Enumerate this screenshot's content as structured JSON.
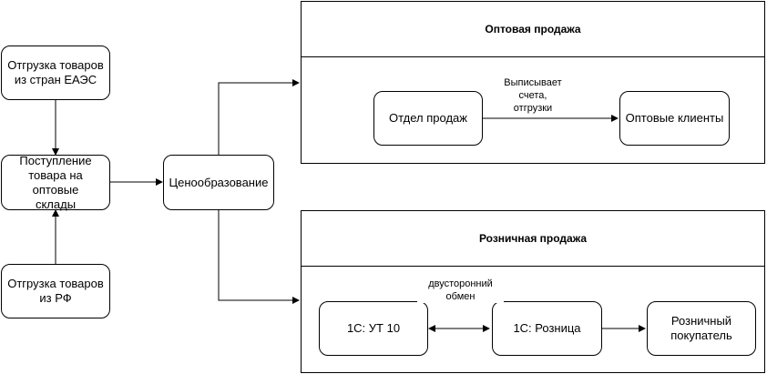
{
  "nodes": {
    "eaes_shipment": "Отгрузка товаров\nиз стран ЕАЭС",
    "warehouse_arrival": "Поступление\nтовара на оптовые\nсклады",
    "rf_shipment": "Отгрузка товаров\nиз РФ",
    "pricing": "Ценообразование",
    "sales_dept": "Отдел продаж",
    "wholesale_clients": "Оптовые клиенты",
    "ut10": "1С: УТ 10",
    "retail_1c": "1С: Розница",
    "retail_buyer": "Розничный\nпокупатель"
  },
  "containers": {
    "wholesale_title": "Оптовая продажа",
    "retail_title": "Розничная продажа"
  },
  "edge_labels": {
    "issues_invoices": "Выписывает\nсчета,\nотгрузки",
    "two_way_exchange": "двусторонний\nобмен"
  },
  "colors": {
    "stroke": "#000000",
    "fill": "#ffffff"
  }
}
